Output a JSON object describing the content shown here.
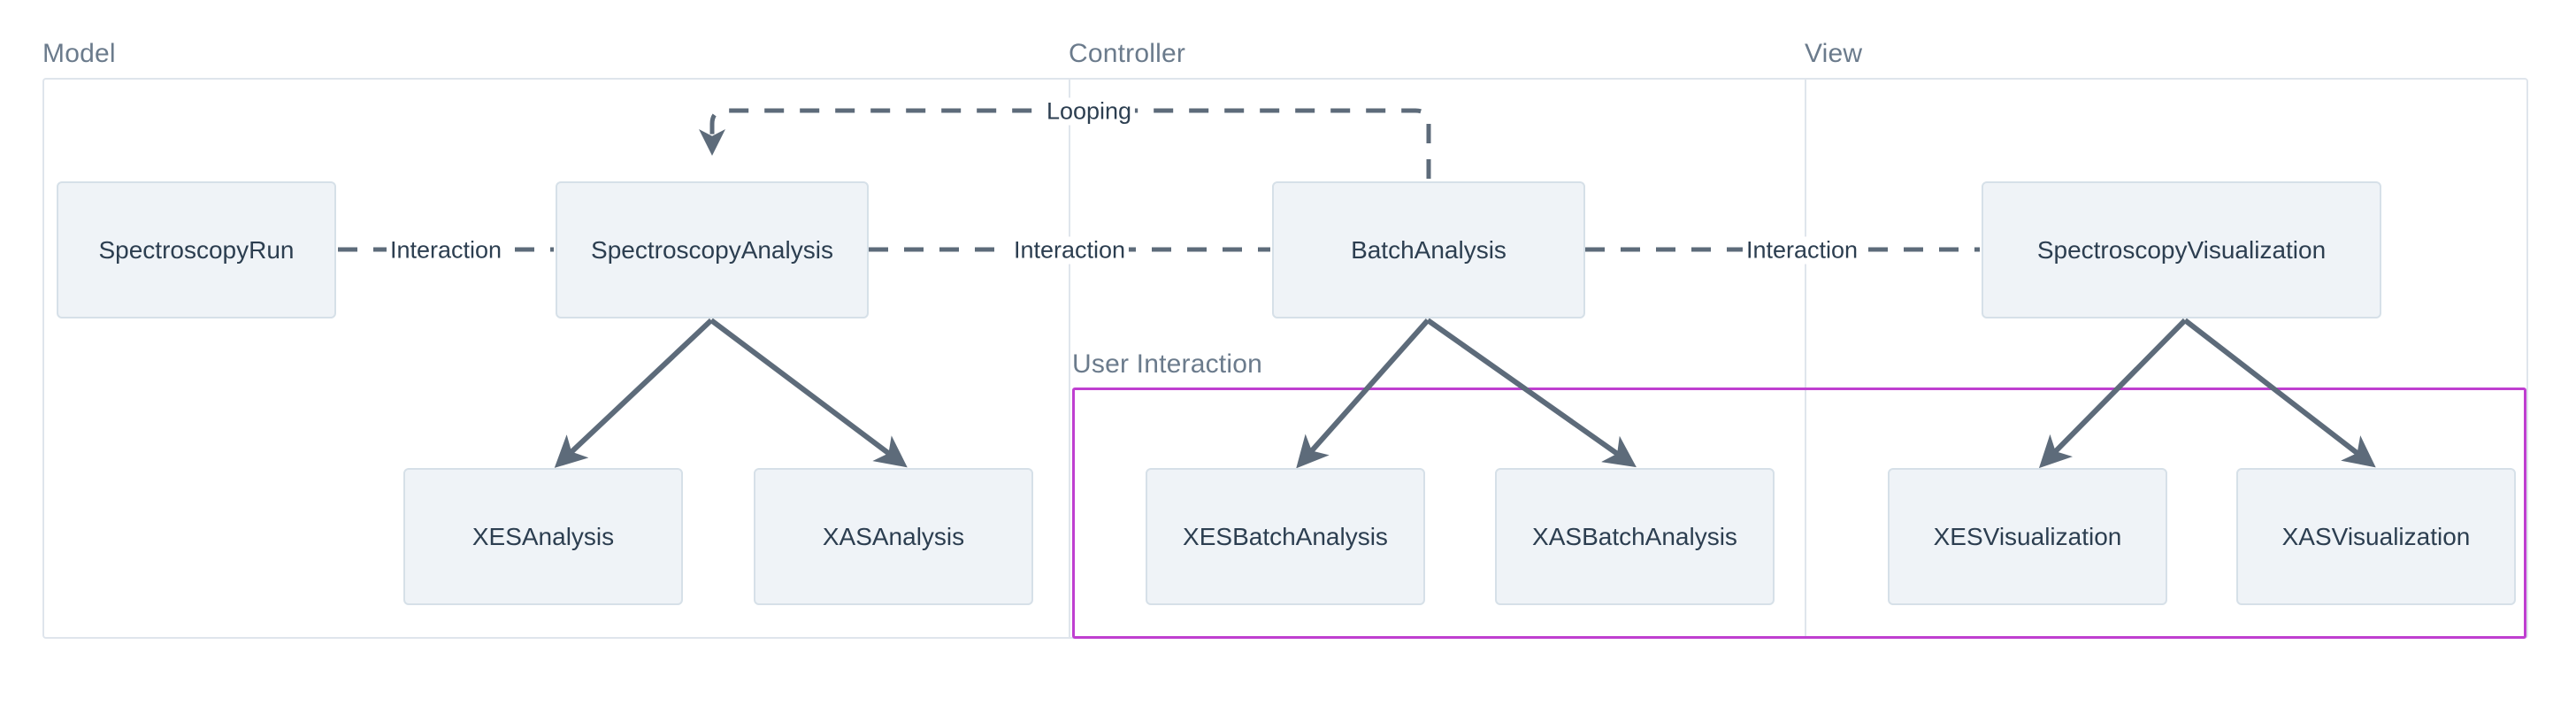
{
  "diagram": {
    "title_visible": false,
    "colors": {
      "node_fill": "#eff3f7",
      "node_border": "#d6e0e8",
      "node_text": "#2c3e50",
      "cluster_border": "#dfe5ec",
      "cluster_label": "#6b7b8c",
      "edge": "#5d6b7a",
      "user_interaction_border": "#bf3fd0",
      "background": "#ffffff"
    },
    "clusters": [
      {
        "id": "model",
        "label": "Model"
      },
      {
        "id": "controller",
        "label": "Controller"
      },
      {
        "id": "view",
        "label": "View"
      },
      {
        "id": "user_interaction",
        "label": "User Interaction"
      }
    ],
    "nodes": [
      {
        "id": "spectroscopy_run",
        "label": "SpectroscopyRun",
        "cluster": "model"
      },
      {
        "id": "spectroscopy_analysis",
        "label": "SpectroscopyAnalysis",
        "cluster": "model"
      },
      {
        "id": "xes_analysis",
        "label": "XESAnalysis",
        "cluster": "model"
      },
      {
        "id": "xas_analysis",
        "label": "XASAnalysis",
        "cluster": "model"
      },
      {
        "id": "batch_analysis",
        "label": "BatchAnalysis",
        "cluster": "controller"
      },
      {
        "id": "xes_batch_analysis",
        "label": "XESBatchAnalysis",
        "cluster": "user_interaction"
      },
      {
        "id": "xas_batch_analysis",
        "label": "XASBatchAnalysis",
        "cluster": "user_interaction"
      },
      {
        "id": "spectroscopy_visualization",
        "label": "SpectroscopyVisualization",
        "cluster": "view"
      },
      {
        "id": "xes_visualization",
        "label": "XESVisualization",
        "cluster": "user_interaction"
      },
      {
        "id": "xas_visualization",
        "label": "XASVisualization",
        "cluster": "user_interaction"
      }
    ],
    "edges": [
      {
        "from": "spectroscopy_run",
        "to": "spectroscopy_analysis",
        "label": "Interaction",
        "style": "dashed"
      },
      {
        "from": "spectroscopy_analysis",
        "to": "batch_analysis",
        "label": "Interaction",
        "style": "dashed"
      },
      {
        "from": "batch_analysis",
        "to": "spectroscopy_visualization",
        "label": "Interaction",
        "style": "dashed"
      },
      {
        "from": "batch_analysis",
        "to": "spectroscopy_analysis",
        "label": "Looping",
        "style": "dashed-arrow"
      },
      {
        "from": "spectroscopy_analysis",
        "to": "xes_analysis",
        "label": "",
        "style": "solid-arrow"
      },
      {
        "from": "spectroscopy_analysis",
        "to": "xas_analysis",
        "label": "",
        "style": "solid-arrow"
      },
      {
        "from": "batch_analysis",
        "to": "xes_batch_analysis",
        "label": "",
        "style": "solid-arrow"
      },
      {
        "from": "batch_analysis",
        "to": "xas_batch_analysis",
        "label": "",
        "style": "solid-arrow"
      },
      {
        "from": "spectroscopy_visualization",
        "to": "xes_visualization",
        "label": "",
        "style": "solid-arrow"
      },
      {
        "from": "spectroscopy_visualization",
        "to": "xas_visualization",
        "label": "",
        "style": "solid-arrow"
      }
    ],
    "edge_labels": {
      "interaction_1": "Interaction",
      "interaction_2": "Interaction",
      "interaction_3": "Interaction",
      "looping": "Looping"
    }
  }
}
